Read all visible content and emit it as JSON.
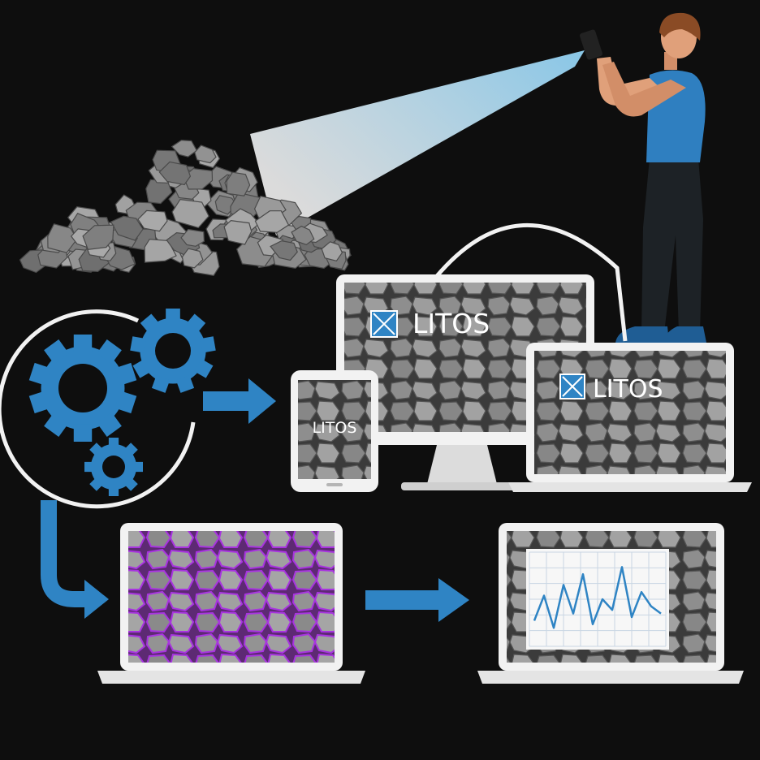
{
  "brand": {
    "name": "LITOS",
    "colors": {
      "accent": "#2f84c4",
      "segmentation": "#9a2fd0",
      "background": "#0e0e0e",
      "device": "#f2f2f2",
      "rock": "#8c8c8c"
    }
  },
  "devices": {
    "monitor": {
      "logo_text": "LITOS"
    },
    "tablet": {
      "logo_text": "LITOS"
    },
    "laptop_top": {
      "logo_text": "LITOS"
    }
  },
  "icons": [
    "gears-icon",
    "arrow-right-icon",
    "arrow-down-right-icon",
    "phone-scan-icon",
    "rock-pile",
    "line-chart-icon"
  ],
  "chart_panel": {
    "series": [
      {
        "values": [
          0.2,
          0.55,
          0.1,
          0.7,
          0.3,
          0.85,
          0.15,
          0.5,
          0.35,
          0.95,
          0.25,
          0.6,
          0.4,
          0.3
        ]
      }
    ]
  }
}
